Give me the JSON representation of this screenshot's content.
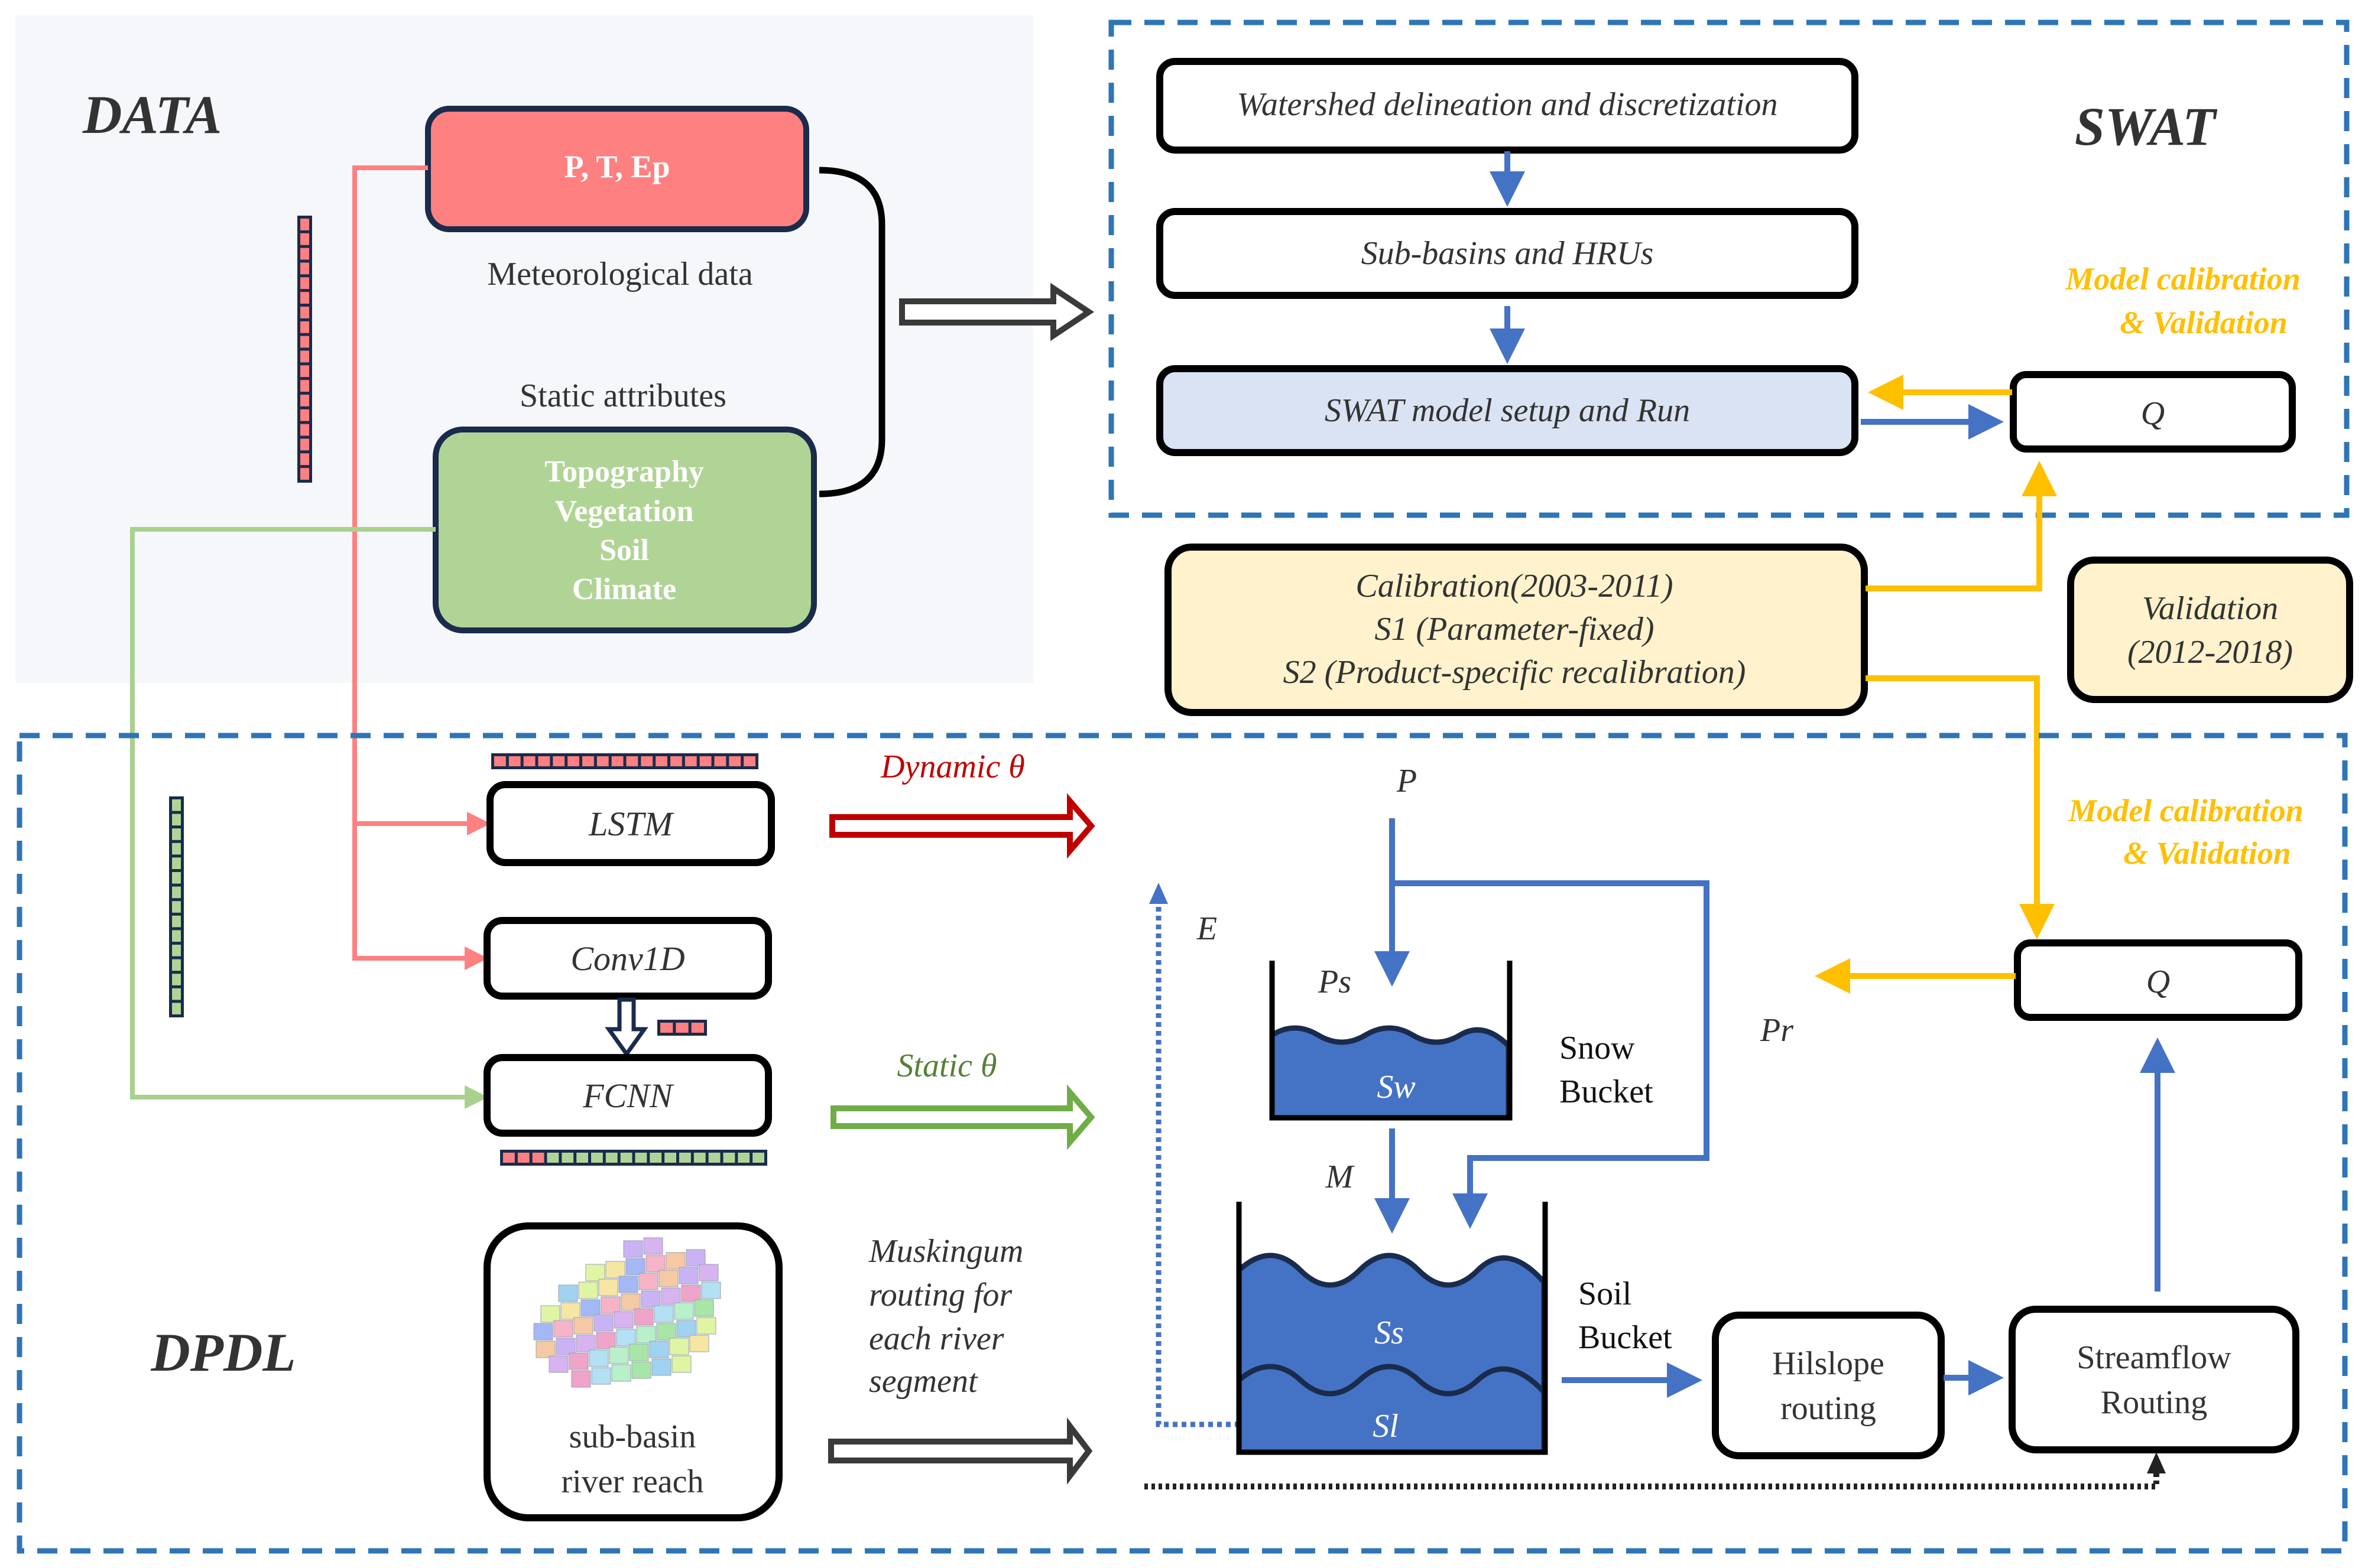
{
  "data_panel": {
    "title": "DATA",
    "meteo_box_label": "P, T, Ep",
    "meteo_caption": "Meteorological data",
    "static_caption": "Static attributes",
    "static_box_lines": [
      "Topography",
      "Vegetation",
      "Soil",
      "Climate"
    ],
    "dynamic_sequence_cells": 18,
    "colors": {
      "panel_bg": "#f5f7fb",
      "meteo": "#ff8080",
      "static": "#b0d496",
      "border": "#1a2b4c"
    }
  },
  "swat": {
    "title": "SWAT",
    "steps": [
      "Watershed delineation and discretization",
      "Sub-basins and HRUs",
      "SWAT model setup and Run"
    ],
    "q_label": "Q",
    "calibration_label_lines": [
      "Model calibration",
      "& Validation"
    ],
    "colors": {
      "setup_fill": "#dae3f3",
      "border": "#2e75b6"
    }
  },
  "calibration": {
    "lines": [
      "Calibration(2003-2011)",
      "S1 (Parameter-fixed)",
      "S2 (Product-specific recalibration)"
    ],
    "validation_lines": [
      "Validation",
      "(2012-2018)"
    ],
    "fill": "#fff2cc",
    "accent": "#ffc000"
  },
  "dpdl": {
    "title": "DPDL",
    "static_sequence_cells": 15,
    "lstm_input_cells": 18,
    "conv_output_cells": 3,
    "fcnn_input": {
      "red_cells": 3,
      "green_cells": 15
    },
    "networks": [
      "LSTM",
      "Conv1D",
      "FCNN"
    ],
    "dynamic_theta": "Dynamic  θ",
    "static_theta": "Static θ",
    "subbasin_lines": [
      "sub-basin",
      "river reach"
    ],
    "routing_lines": [
      "Muskingum",
      "routing for",
      "each river",
      "segment"
    ],
    "colors": {
      "dynamic": "#c00000",
      "static": "#70ad47"
    }
  },
  "hydro": {
    "precip": "P",
    "evap": "E",
    "snowfall": "Ps",
    "snow_store": "Sw",
    "snow_bucket_lines": [
      "Snow",
      "Bucket"
    ],
    "melt": "M",
    "rain": "Pr",
    "soil_upper": "Ss",
    "soil_lower": "Sl",
    "soil_bucket_lines": [
      "Soil",
      "Bucket"
    ],
    "hillslope_lines": [
      "Hilslope",
      "routing"
    ],
    "streamflow_lines": [
      "Streamflow",
      "Routing"
    ],
    "q_label": "Q",
    "calibration_label_lines": [
      "Model calibration",
      "& Validation"
    ],
    "water_color": "#4472c4"
  }
}
